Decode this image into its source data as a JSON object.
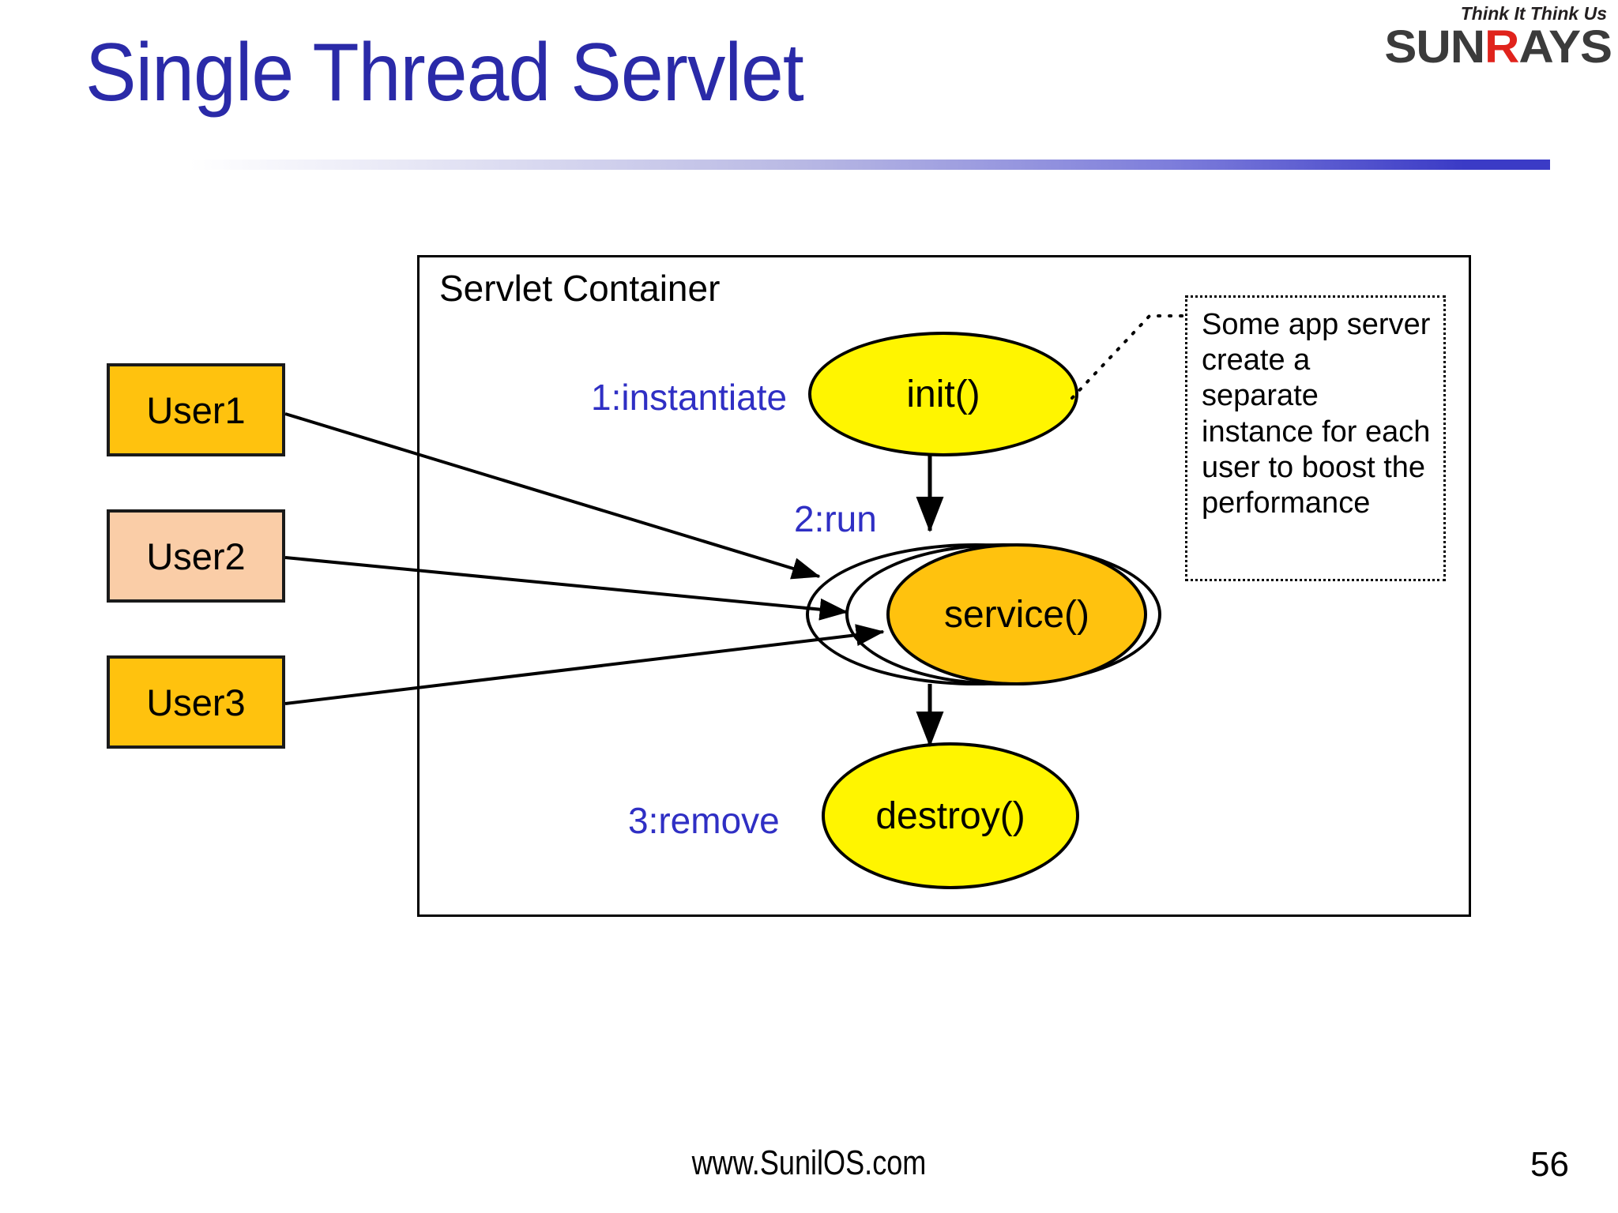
{
  "slide": {
    "title": "Single Thread Servlet",
    "page_number": "56",
    "footer_url": "www.SunilOS.com",
    "accent_color": "#2a2aa8",
    "title_rule_color": "#3b3bc6"
  },
  "logo": {
    "tagline": "Think It Think Us",
    "word_part1": "SUN",
    "word_accent": "R",
    "word_part2": "AYS",
    "accent_color": "#e0231c",
    "text_color": "#3b3b3b"
  },
  "diagram": {
    "container_label": "Servlet Container",
    "users": [
      {
        "label": "User1",
        "color": "#FFC20E"
      },
      {
        "label": "User2",
        "color": "#FACDA7"
      },
      {
        "label": "User3",
        "color": "#FFC20E"
      }
    ],
    "steps": [
      {
        "label": "1:instantiate",
        "color": "#2f2fc4"
      },
      {
        "label": "2:run",
        "color": "#2f2fc4"
      },
      {
        "label": "3:remove",
        "color": "#2f2fc4"
      }
    ],
    "nodes": [
      {
        "label": "init()",
        "color": "#FFF500"
      },
      {
        "label": "service()",
        "color": "#FFC20E"
      },
      {
        "label": "destroy()",
        "color": "#FFF500"
      }
    ],
    "callout_text": "Some app server create a separate instance for each user to boost the performance"
  }
}
